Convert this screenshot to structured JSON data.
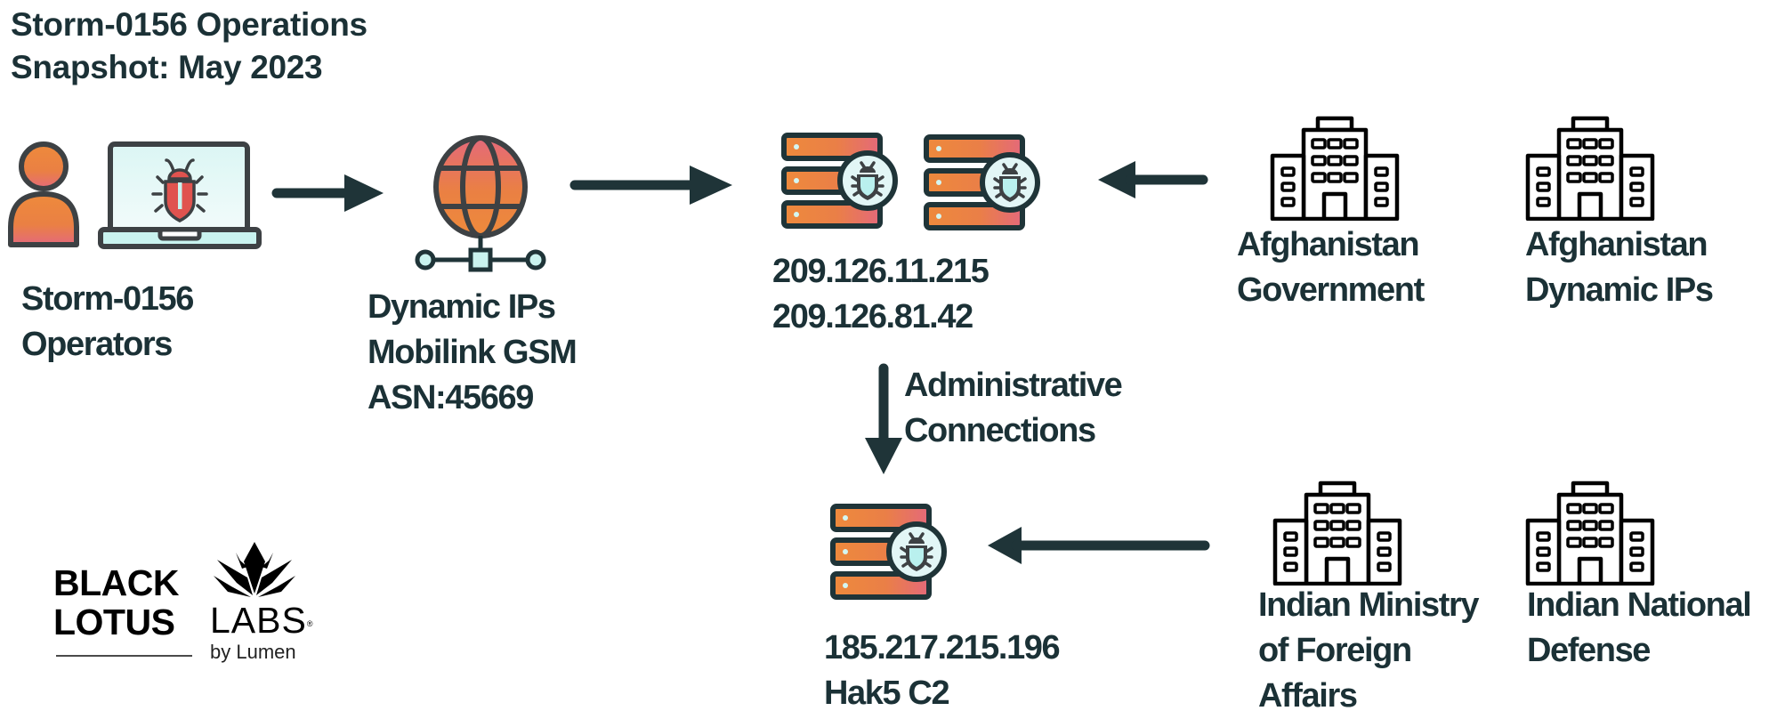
{
  "header": {
    "title_line1": "Storm-0156 Operations",
    "title_line2": "Snapshot: May 2023"
  },
  "nodes": {
    "operators": {
      "icon": "user-laptop-bug-icon",
      "lines": [
        "Storm-0156",
        "Operators"
      ]
    },
    "dynamic_ips": {
      "icon": "globe-network-icon",
      "lines": [
        "Dynamic IPs",
        "Mobilink GSM",
        "ASN:45669"
      ]
    },
    "staging_servers": {
      "icon": "infected-server-icon",
      "lines": [
        "209.126.11.215",
        "209.126.81.42"
      ]
    },
    "hak5_c2": {
      "icon": "infected-server-icon",
      "lines": [
        "185.217.215.196",
        "Hak5 C2"
      ]
    },
    "afghan_gov": {
      "icon": "building-icon",
      "lines": [
        "Afghanistan",
        "Government"
      ]
    },
    "afghan_dynamic": {
      "icon": "building-icon",
      "lines": [
        "Afghanistan",
        "Dynamic IPs"
      ]
    },
    "indian_mofa": {
      "icon": "building-icon",
      "lines": [
        "Indian Ministry",
        "of Foreign",
        "Affairs"
      ]
    },
    "indian_defense": {
      "icon": "building-icon",
      "lines": [
        "Indian National",
        "Defense"
      ]
    }
  },
  "edges": [
    {
      "from": "operators",
      "to": "dynamic_ips",
      "label": ""
    },
    {
      "from": "dynamic_ips",
      "to": "staging_servers",
      "label": ""
    },
    {
      "from": "afghan_gov",
      "to": "staging_servers",
      "label": ""
    },
    {
      "from": "staging_servers",
      "to": "hak5_c2",
      "label": "Administrative Connections"
    },
    {
      "from": "indian_mofa",
      "to": "hak5_c2",
      "label": ""
    }
  ],
  "edge_label": {
    "line1": "Administrative",
    "line2": "Connections"
  },
  "logo": {
    "line1": "BLACK",
    "line2": "LOTUS",
    "labs": "LABS",
    "registered": "®",
    "byline": "by Lumen"
  },
  "colors": {
    "ink": "#1b3136",
    "icon_stroke": "#3d4144",
    "orange": "#ec8a3e",
    "pink": "#e4697a",
    "bug_red": "#e0534f",
    "mint": "#c9f3ef",
    "screen": "#e4f8f6"
  }
}
